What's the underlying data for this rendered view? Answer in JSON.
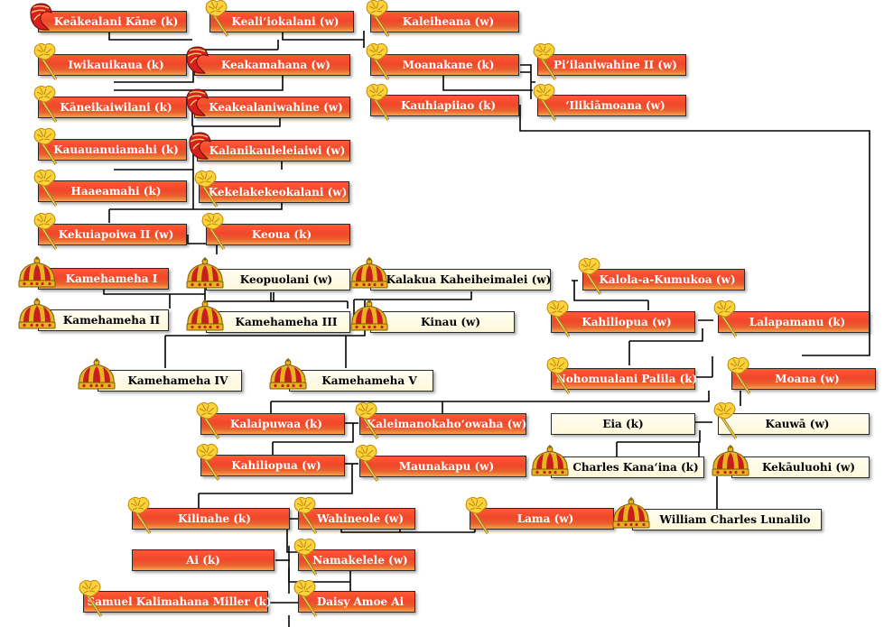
{
  "colors": {
    "red_box": "#f1462a",
    "cream_box": "#fff8da",
    "line": "#000000",
    "kahili_feather": "#ffd23a",
    "helmet": "#d81f1f",
    "crown_gold": "#e8b422"
  },
  "icons": {
    "kahili": "kahili-standard-icon",
    "helmet": "feathered-helmet-icon",
    "crown": "royal-crown-icon"
  },
  "people": {
    "keakealani_kane": "Keākealani Kāne (k)",
    "kealiiokalani": "Kealiʻiokalani (w)",
    "kaleiheana": "Kaleiheana (w)",
    "iwikauikaua": "Iwikauikaua (k)",
    "keakamahana": "Keakamahana (w)",
    "moanakane": "Moanakane (k)",
    "piilaniwahine_ii": "Piʻilaniwahine II (w)",
    "kaneikaiwilani": "Kāneikaiwilani (k)",
    "keakealaniwahine": "Keakealaniwahine (w)",
    "kauhiapiiao": "Kauhiapiiao (k)",
    "ilikiamoana": "ʻIlikiāmoana (w)",
    "kauauanuiamahi": "Kauauanuiamahi (k)",
    "kalanikauleleiaiwi": "Kalanikauleleiaiwi (w)",
    "haaeamahi": "Haaeamahi (k)",
    "kekelakekeokalani": "Kekelakekeokalani (w)",
    "kekuiapoiwa_ii": "Kekuiapoiwa II (w)",
    "keoua": "Keoua (k)",
    "kamehameha_i": "Kamehameha I",
    "keopuolani": "Keopuolani (w)",
    "kalakua": "Kalakua Kaheiheimalei (w)",
    "kalola": "Kalola-a-Kumukoa (w)",
    "kamehameha_ii": "Kamehameha II",
    "kamehameha_iii": "Kamehameha III",
    "kinau": "Kinau (w)",
    "kahiliopua_1": "Kahiliopua (w)",
    "lalapamanu": "Lalapamanu (k)",
    "kamehameha_iv": "Kamehameha IV",
    "kamehameha_v": "Kamehameha V",
    "nohomualani": "Nohomualani Palila (k)",
    "moana": "Moana (w)",
    "kalaipuwaa": "Kalaipuwaa (k)",
    "kaleimanokahoowaha": "Kaleimanokahoʻowaha (w)",
    "eia": "Eia (k)",
    "kauwa": "Kauwā (w)",
    "kahiliopua_2": "Kahiliopua (w)",
    "maunakapu": "Maunakapu (w)",
    "charles_kanaina": "Charles Kanaʻina (k)",
    "kekauluohi": "Kekāuluohi (w)",
    "kilinahe": "Kilinahe (k)",
    "wahineole": "Wahineole (w)",
    "lama": "Lama (w)",
    "william_lunalilo": "William Charles Lunalilo",
    "ai": "Ai (k)",
    "namakelele": "Namakelele (w)",
    "samuel_miller": "Samuel Kalimahana Miller (k)",
    "daisy_ai": "Daisy Amoe Ai"
  }
}
